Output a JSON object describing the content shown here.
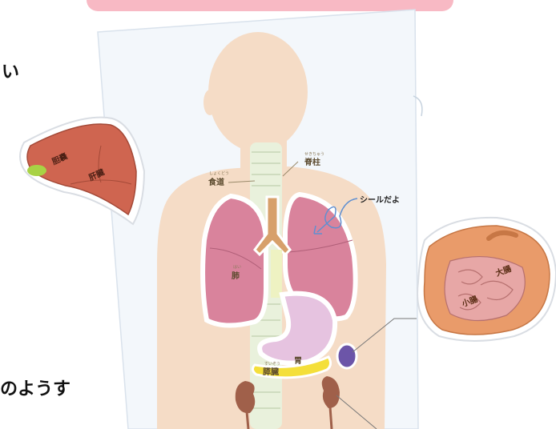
{
  "banner": {
    "color": "#f8b9c4"
  },
  "fragments": {
    "top": "い",
    "bottom": "のようす"
  },
  "callout": {
    "text": "シールだよ"
  },
  "labels": {
    "esophagus": "食道",
    "esophagus_furigana": "しょくどう",
    "spine": "脊柱",
    "spine_furigana": "せきちゅう",
    "lungs": "肺",
    "lungs_furigana": "はい",
    "stomach": "胃",
    "pancreas": "膵臓",
    "pancreas_furigana": "すいぞう",
    "large_intestine": "大腸",
    "small_intestine": "小腸",
    "gallbladder": "胆嚢",
    "liver": "肝臓"
  },
  "colors": {
    "body": "#f5dcc6",
    "lung": "#d9839c",
    "stomach": "#e6c3e0",
    "pancreas": "#f4df3a",
    "liver": "#cf6550",
    "large_intestine": "#e99b6a",
    "small_intestine": "#e7a7a6",
    "kidney": "#a0604a",
    "spleen": "#6c55a8",
    "spine": "#e9f1dc"
  }
}
